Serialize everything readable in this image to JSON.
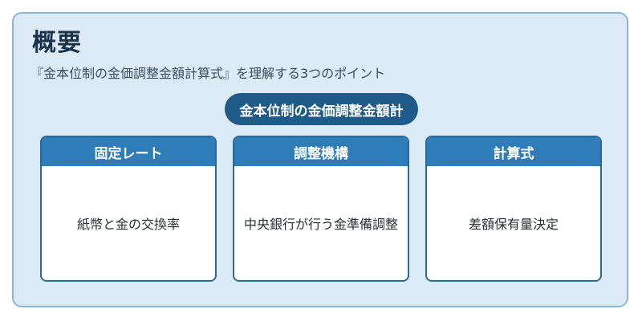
{
  "title": "概要",
  "subtitle": "『金本位制の金価調整金額計算式』を理解する3つのポイント",
  "center_label": "金本位制の金価調整金額計",
  "cards": [
    {
      "title": "固定レート",
      "body": "紙幣と金の交換率"
    },
    {
      "title": "調整機構",
      "body": "中央銀行が行う金準備調整"
    },
    {
      "title": "計算式",
      "body": "差額保有量決定"
    }
  ],
  "colors": {
    "background": "#dcebf7",
    "border": "#8bb6dc",
    "pill": "#1e5b88",
    "card_header": "#2f7db8"
  }
}
